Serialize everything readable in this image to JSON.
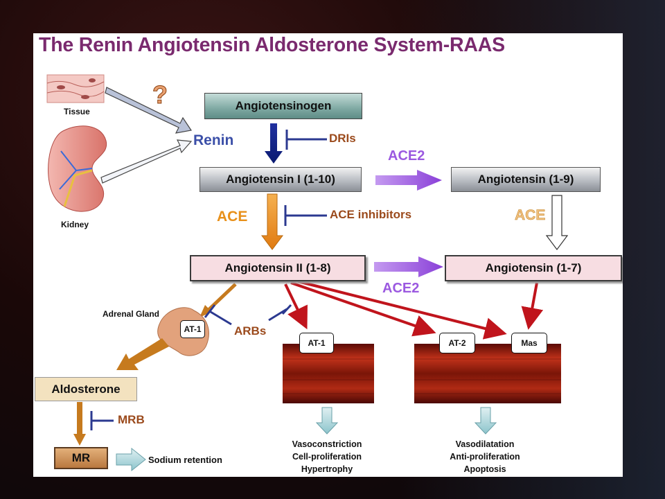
{
  "title": "The Renin Angiotensin Aldosterone System-RAAS",
  "sources": {
    "tissue": "Tissue",
    "kidney": "Kidney",
    "question_mark": "?"
  },
  "nodes": {
    "angiotensinogen": "Angiotensinogen",
    "renin": "Renin",
    "ang1": "Angiotensin I  (1-10)",
    "ang19": "Angiotensin  (1-9)",
    "ang2": "Angiotensin II  (1-8)",
    "ang17": "Angiotensin (1-7)",
    "aldosterone": "Aldosterone",
    "mr": "MR"
  },
  "enzymes": {
    "ace_left": "ACE",
    "ace_right": "ACE",
    "ace2_top": "ACE2",
    "ace2_bottom": "ACE2"
  },
  "inhibitors": {
    "dri": "DRIs",
    "ace_inhibitors": "ACE inhibitors",
    "arbs": "ARBs",
    "mrb": "MRB"
  },
  "receptors": {
    "adrenal_at1": "AT-1",
    "vessel_at1": "AT-1",
    "vessel_at2": "AT-2",
    "mas": "Mas"
  },
  "labels": {
    "adrenal_gland": "Adrenal Gland",
    "sodium_retention": "Sodium retention"
  },
  "outcomes": {
    "left": [
      "Vasoconstriction",
      "Cell-proliferation",
      "Hypertrophy"
    ],
    "right": [
      "Vasodilatation",
      "Anti-proliferation",
      "Apoptosis"
    ]
  },
  "colors": {
    "title": "#7a2a6e",
    "renin": "#3b4fa8",
    "inhibitor_line": "#2b3990",
    "inhibitor_text": "#9b4a1c",
    "ace_orange": "#e8901a",
    "ace2_purple": "#9b59e0",
    "red_arrow": "#c0141c",
    "brown_arrow": "#c67a1e"
  }
}
